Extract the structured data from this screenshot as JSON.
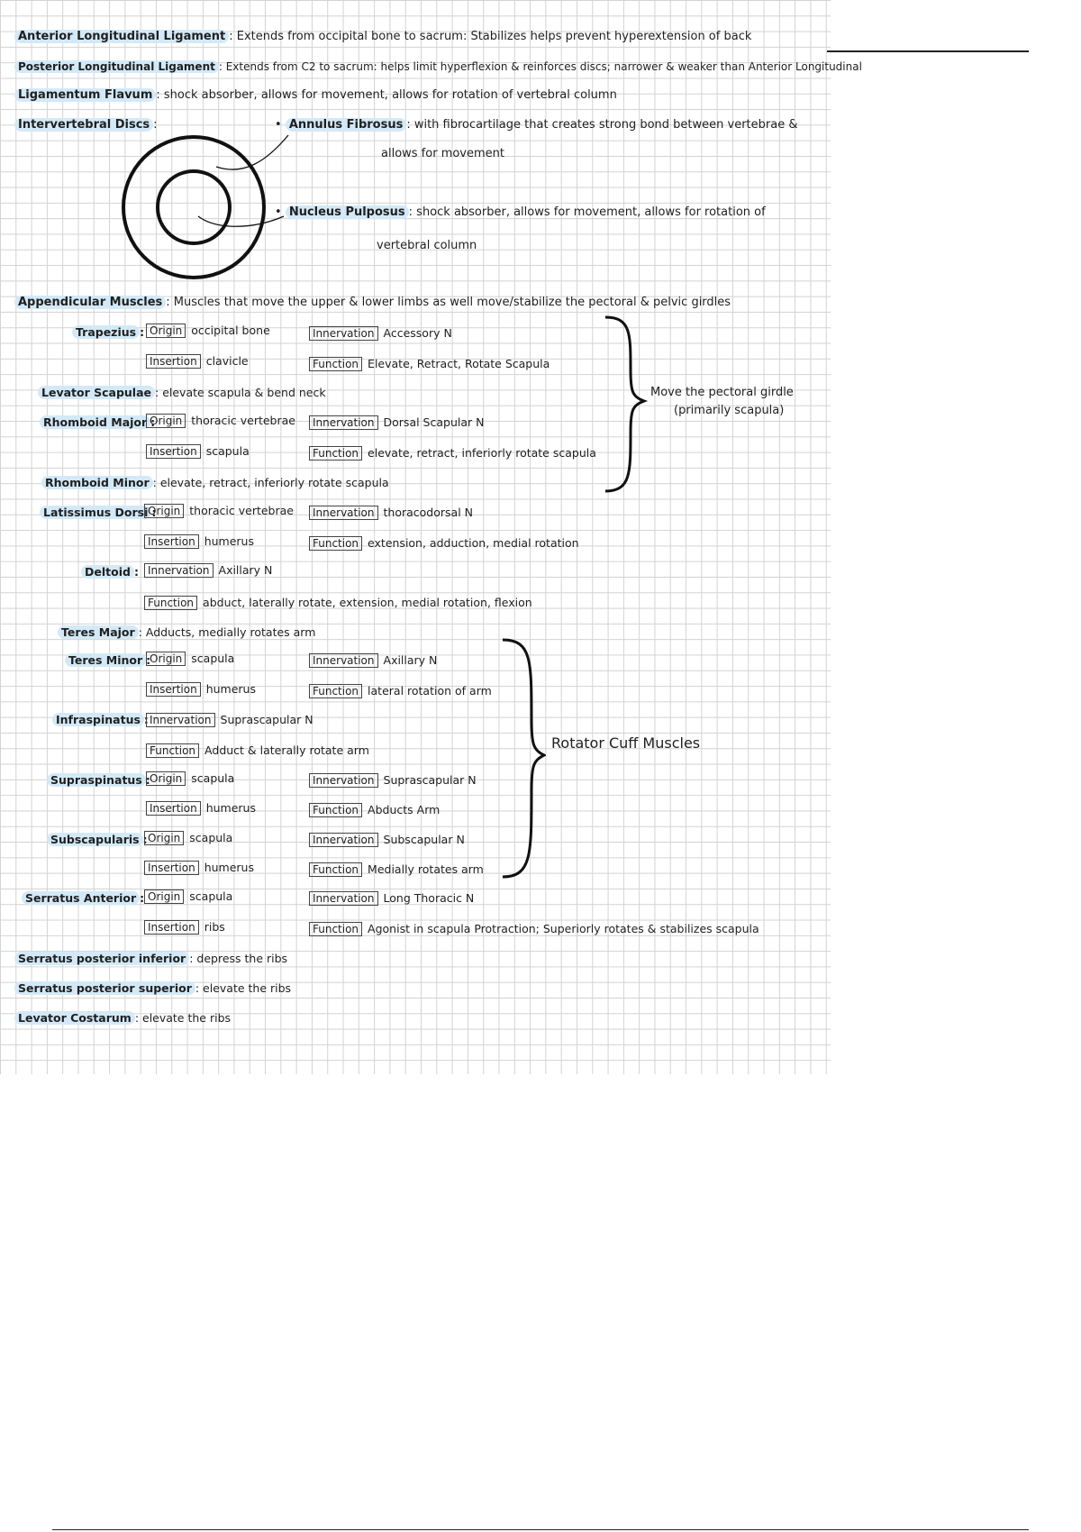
{
  "ligaments": [
    {
      "label": "Anterior Longitudinal Ligament",
      "text": "Extends from occipital bone to sacrum: Stabilizes helps prevent hyperextension of back"
    },
    {
      "label": "Posterior Longitudinal Ligament",
      "text": "Extends from C2 to sacrum: helps limit hyperflexion & reinforces discs; narrower & weaker than Anterior Longitudinal"
    },
    {
      "label": "Ligamentum Flavum",
      "text": "shock absorber, allows for movement, allows for rotation of vertebral column"
    }
  ],
  "discs": {
    "label": "Intervertebral Discs",
    "annulus": {
      "label": "Annulus Fibrosus",
      "text1": "with fibrocartilage that creates strong bond between vertebrae &",
      "text2": "allows for movement"
    },
    "nucleus": {
      "label": "Nucleus Pulposus",
      "text1": "shock absorber, allows for movement, allows for rotation of",
      "text2": "vertebral column"
    }
  },
  "appendicular": {
    "label": "Appendicular Muscles",
    "text": "Muscles that move the upper & lower limbs as well move/stabilize the pectoral & pelvic girdles"
  },
  "box_labels": {
    "origin": "Origin",
    "insertion": "Insertion",
    "innervation": "Innervation",
    "function": "Function"
  },
  "muscles": {
    "trapezius": {
      "name": "Trapezius",
      "origin": "occipital bone",
      "insertion": "clavicle",
      "innervation": "Accessory N",
      "function": "Elevate, Retract, Rotate Scapula"
    },
    "levator_scapulae": {
      "name": "Levator Scapulae",
      "text": "elevate scapula & bend neck"
    },
    "rhomboid_major": {
      "name": "Rhomboid Major",
      "origin": "thoracic vertebrae",
      "insertion": "scapula",
      "innervation": "Dorsal Scapular N",
      "function": "elevate, retract, inferiorly rotate scapula"
    },
    "rhomboid_minor": {
      "name": "Rhomboid Minor",
      "text": "elevate, retract, inferiorly rotate scapula"
    },
    "latissimus": {
      "name": "Latissimus Dorsi",
      "origin": "thoracic vertebrae",
      "insertion": "humerus",
      "innervation": "thoracodorsal N",
      "function": "extension, adduction, medial rotation"
    },
    "deltoid": {
      "name": "Deltoid",
      "innervation": "Axillary N",
      "function": "abduct, laterally rotate, extension, medial rotation, flexion"
    },
    "teres_major": {
      "name": "Teres Major",
      "text": "Adducts, medially rotates arm"
    },
    "teres_minor": {
      "name": "Teres Minor",
      "origin": "scapula",
      "insertion": "humerus",
      "innervation": "Axillary N",
      "function": "lateral rotation of arm"
    },
    "infraspinatus": {
      "name": "Infraspinatus",
      "innervation": "Suprascapular N",
      "function": "Adduct & laterally rotate arm"
    },
    "supraspinatus": {
      "name": "Supraspinatus",
      "origin": "scapula",
      "insertion": "humerus",
      "innervation": "Suprascapular N",
      "function": "Abducts Arm"
    },
    "subscapularis": {
      "name": "Subscapularis",
      "origin": "scapula",
      "insertion": "humerus",
      "innervation": "Subscapular N",
      "function": "Medially rotates arm"
    },
    "serratus_anterior": {
      "name": "Serratus Anterior",
      "origin": "scapula",
      "insertion": "ribs",
      "innervation": "Long Thoracic N",
      "function": "Agonist in scapula Protraction; Superiorly rotates & stabilizes scapula"
    }
  },
  "brace_notes": {
    "pectoral1": "Move the pectoral girdle",
    "pectoral2": "(primarily scapula)",
    "rotator": "Rotator Cuff Muscles"
  },
  "bottom": [
    {
      "label": "Serratus posterior inferior",
      "text": "depress the ribs"
    },
    {
      "label": "Serratus posterior superior",
      "text": "elevate the ribs"
    },
    {
      "label": "Levator Costarum",
      "text": "elevate the ribs"
    }
  ]
}
